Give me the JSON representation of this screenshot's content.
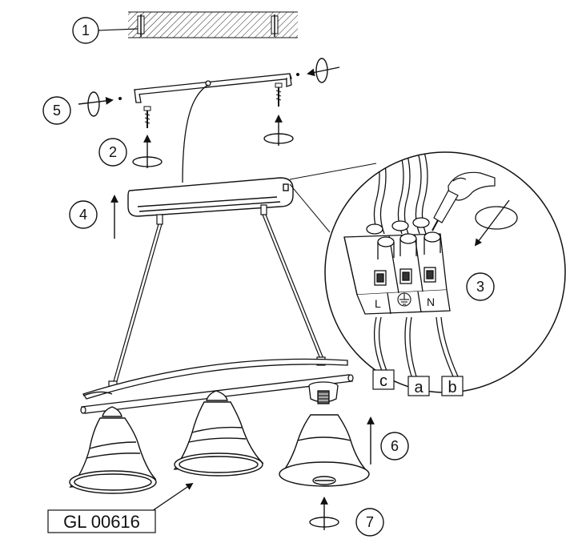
{
  "steps": {
    "s1": "1",
    "s2": "2",
    "s3": "3",
    "s4": "4",
    "s5": "5",
    "s6": "6",
    "s7": "7"
  },
  "wire_labels": {
    "c": "c",
    "a": "a",
    "b": "b"
  },
  "terminal_labels": {
    "live": "L",
    "neutral": "N"
  },
  "model_code": "GL 00616",
  "colors": {
    "line": "#1a1a1a",
    "fill": "#ffffff"
  },
  "icons": [
    "earth-ground-icon",
    "rotate-icon",
    "arrow-up-icon",
    "screwdriver-icon",
    "hand-icon"
  ]
}
